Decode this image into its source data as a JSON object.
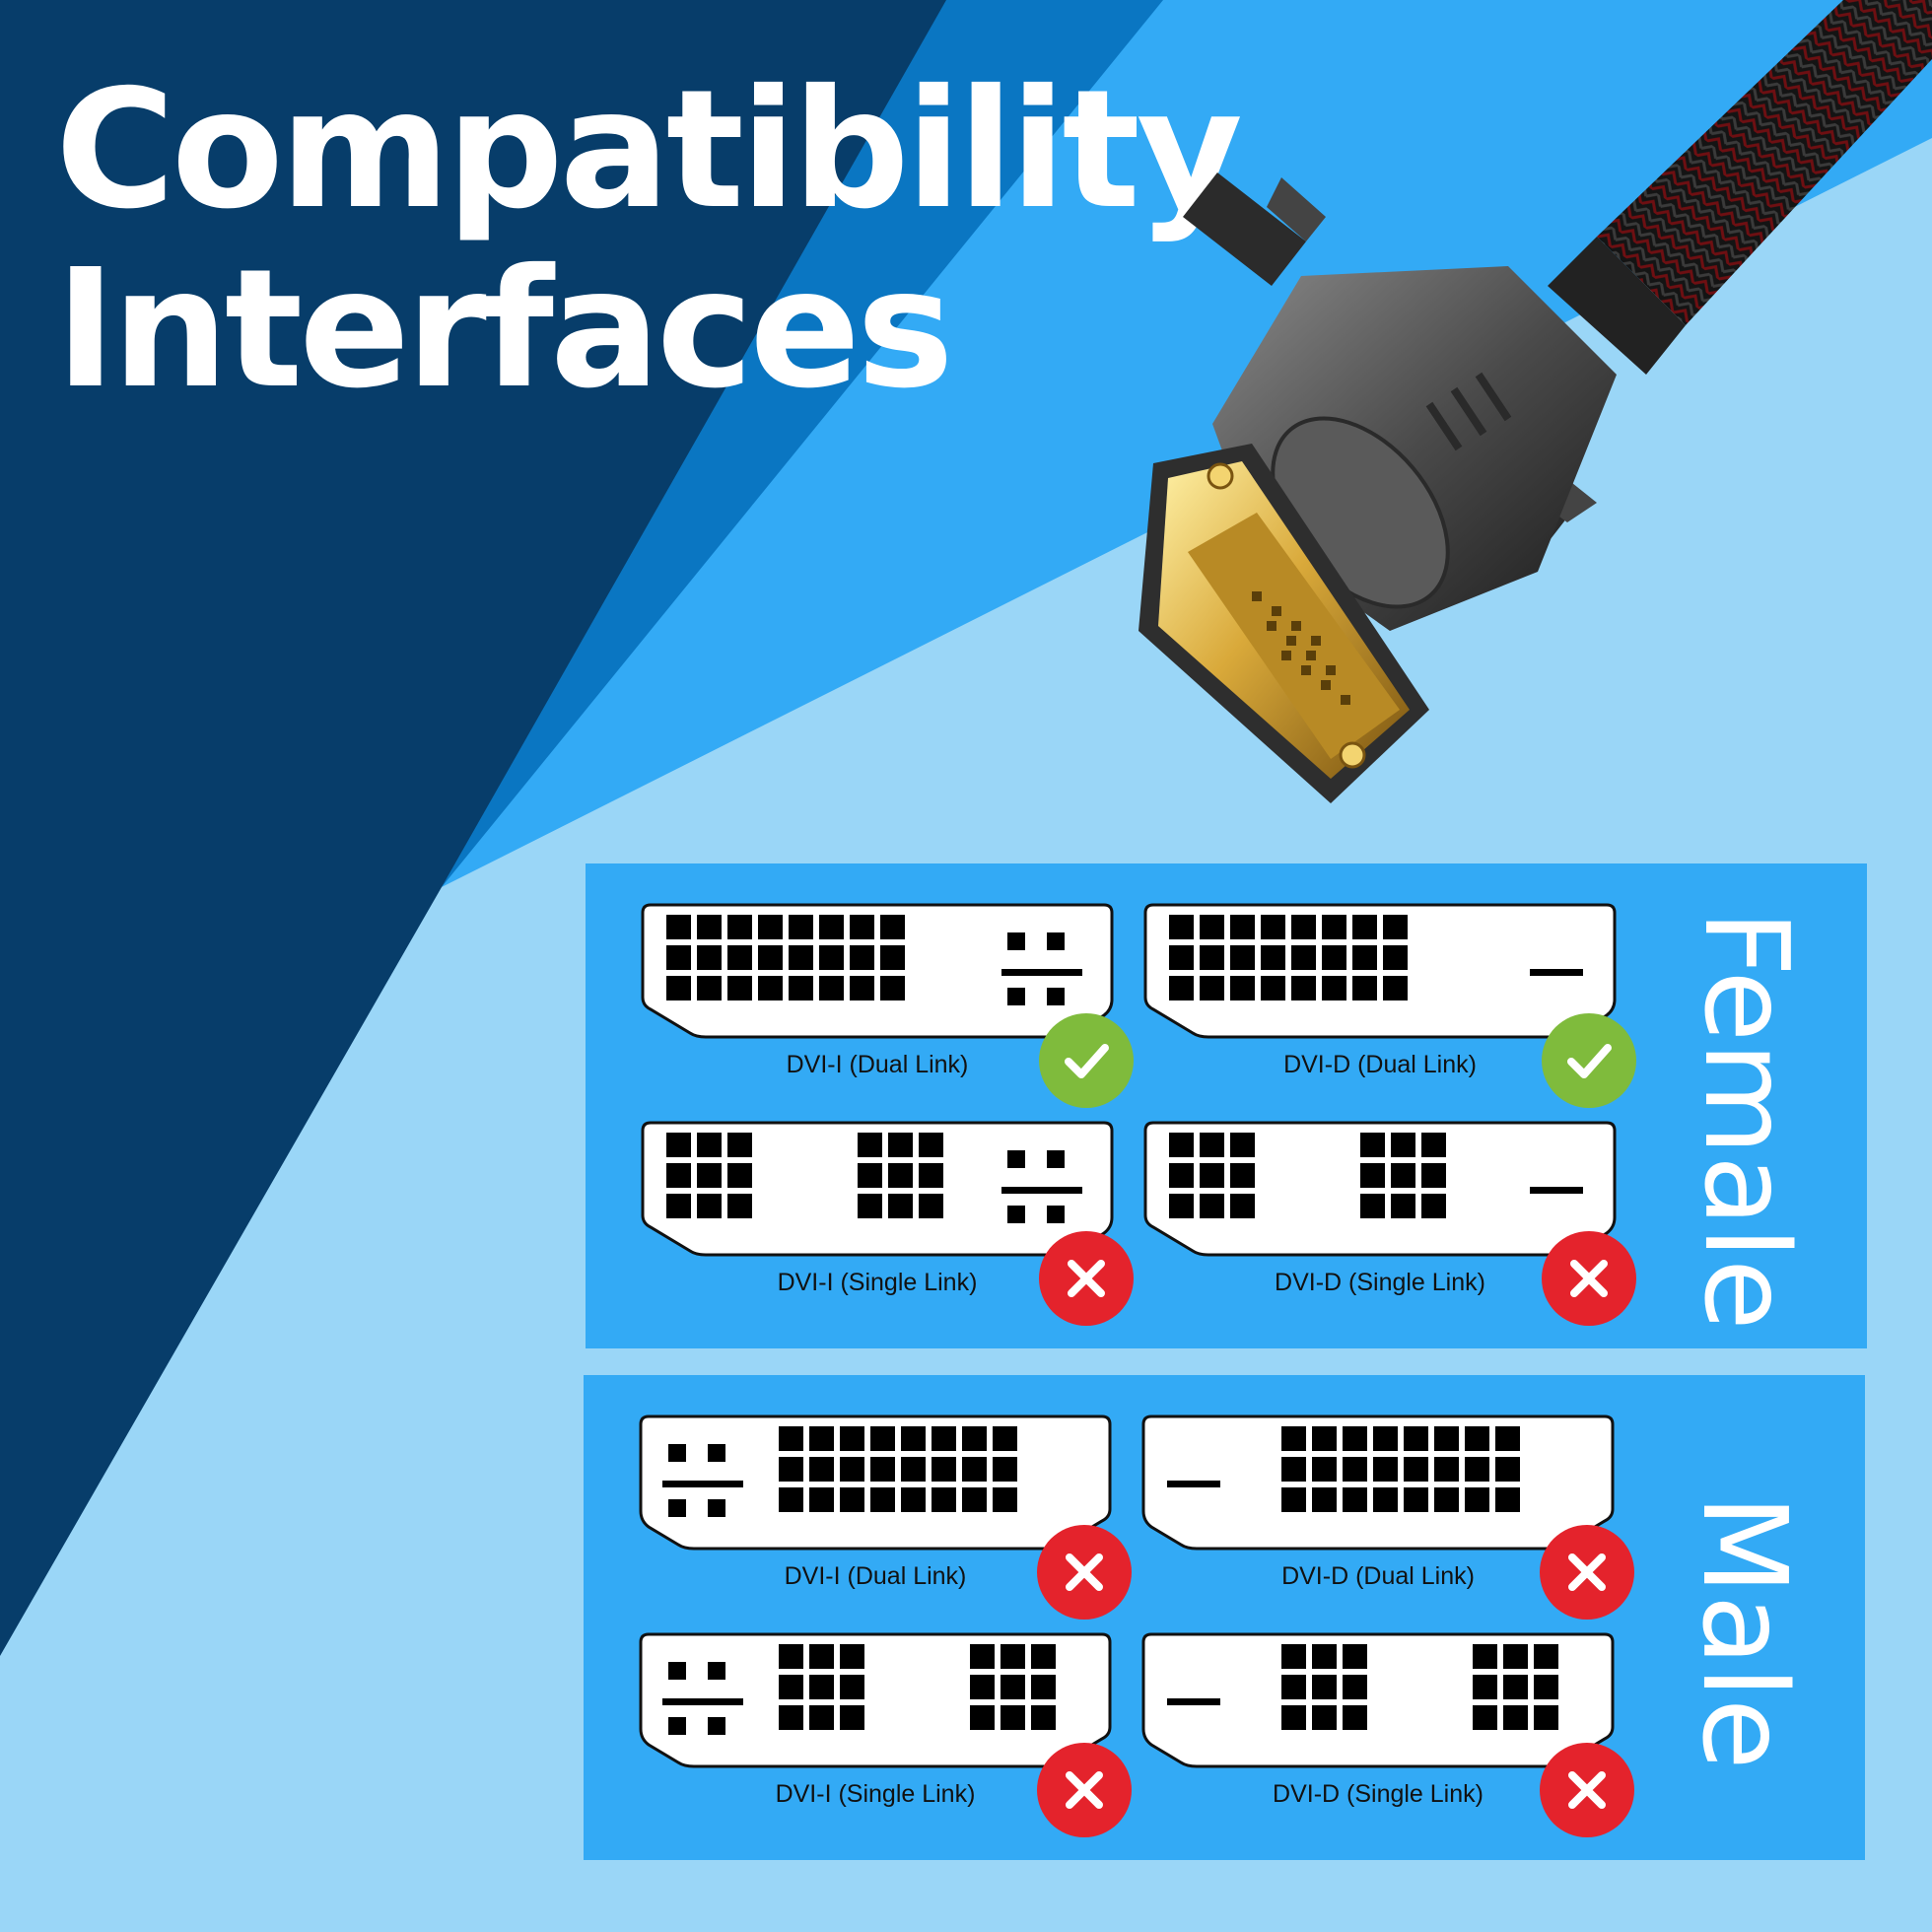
{
  "header": {
    "title_line1": "Compatibility",
    "title_line2": "Interfaces"
  },
  "colors": {
    "navy": "#073d6a",
    "mid_blue": "#0a76c2",
    "bright_blue": "#33aaf5",
    "light_blue": "#9ad6f7",
    "check_green": "#7fbb3c",
    "cross_red": "#e4232c"
  },
  "panels": [
    {
      "label": "Female",
      "items": [
        {
          "label": "DVI-I (Dual Link)",
          "connector": "dvi-i-dual-female",
          "compatible": true,
          "status_icon": "check-icon"
        },
        {
          "label": "DVI-D (Dual Link)",
          "connector": "dvi-d-dual-female",
          "compatible": true,
          "status_icon": "check-icon"
        },
        {
          "label": "DVI-I (Single Link)",
          "connector": "dvi-i-single-female",
          "compatible": false,
          "status_icon": "cross-icon"
        },
        {
          "label": "DVI-D (Single Link)",
          "connector": "dvi-d-single-female",
          "compatible": false,
          "status_icon": "cross-icon"
        }
      ]
    },
    {
      "label": "Male",
      "items": [
        {
          "label": "DVI-I (Dual Link)",
          "connector": "dvi-i-dual-male",
          "compatible": false,
          "status_icon": "cross-icon"
        },
        {
          "label": "DVI-D (Dual Link)",
          "connector": "dvi-d-dual-male",
          "compatible": false,
          "status_icon": "cross-icon"
        },
        {
          "label": "DVI-I (Single Link)",
          "connector": "dvi-i-single-male",
          "compatible": false,
          "status_icon": "cross-icon"
        },
        {
          "label": "DVI-D (Single Link)",
          "connector": "dvi-d-single-male",
          "compatible": false,
          "status_icon": "cross-icon"
        }
      ]
    }
  ]
}
